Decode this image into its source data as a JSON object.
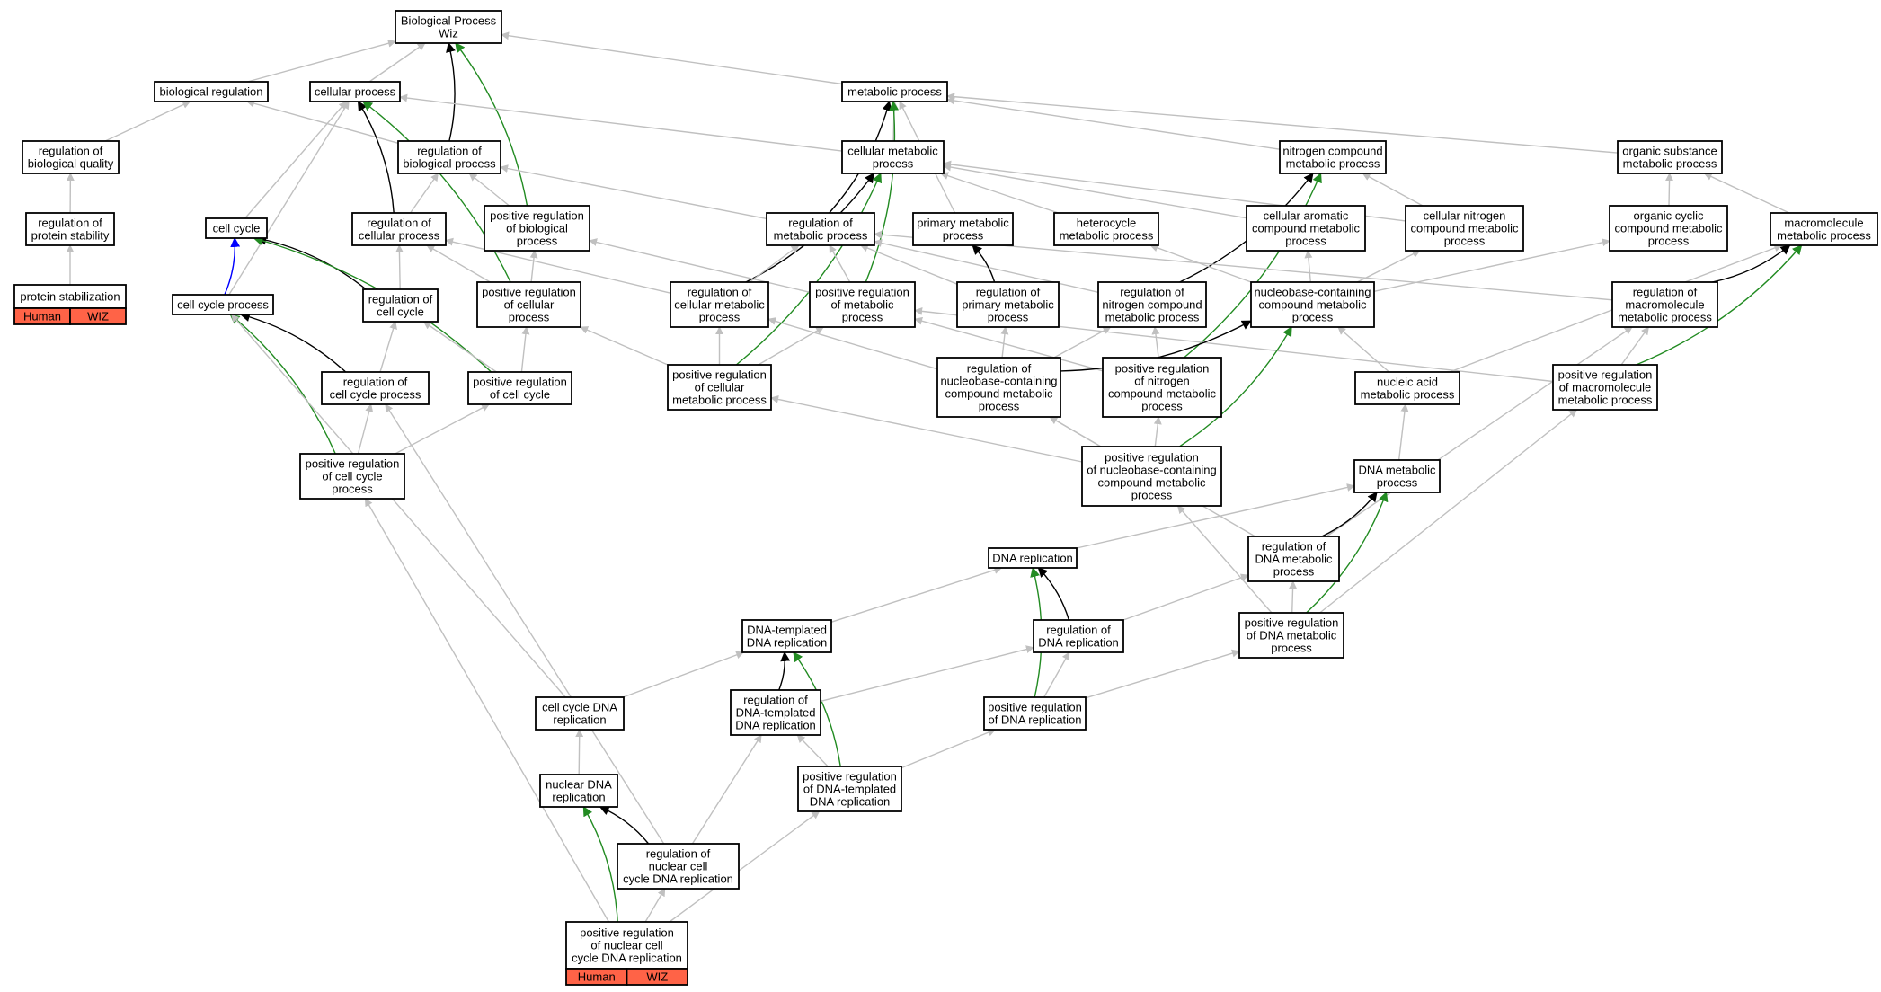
{
  "title": "Biological Process Wiz",
  "colors": {
    "gray_edge": "#c0c0c0",
    "black_edge": "#000000",
    "green_edge": "#228b22",
    "blue_edge": "#0000ff",
    "tag_fill": "#ff6347"
  },
  "nodes": [
    {
      "id": "bp_root",
      "lines": [
        "Biological Process",
        "Wiz"
      ]
    },
    {
      "id": "bio_reg",
      "lines": [
        "biological regulation"
      ]
    },
    {
      "id": "cell_proc",
      "lines": [
        "cellular process"
      ]
    },
    {
      "id": "metab",
      "lines": [
        "metabolic process"
      ]
    },
    {
      "id": "reg_bio_qual",
      "lines": [
        "regulation of",
        "biological quality"
      ]
    },
    {
      "id": "reg_bio_proc",
      "lines": [
        "regulation of",
        "biological process"
      ]
    },
    {
      "id": "cell_metab",
      "lines": [
        "cellular metabolic",
        "process"
      ]
    },
    {
      "id": "nitro_metab",
      "lines": [
        "nitrogen compound",
        "metabolic process"
      ]
    },
    {
      "id": "org_sub_metab",
      "lines": [
        "organic substance",
        "metabolic process"
      ]
    },
    {
      "id": "reg_prot_stab",
      "lines": [
        "regulation of",
        "protein stability"
      ]
    },
    {
      "id": "cell_cycle",
      "lines": [
        "cell cycle"
      ]
    },
    {
      "id": "reg_cell_proc",
      "lines": [
        "regulation of",
        "cellular process"
      ]
    },
    {
      "id": "pos_reg_bio_proc",
      "lines": [
        "positive regulation",
        "of biological",
        "process"
      ]
    },
    {
      "id": "reg_metab",
      "lines": [
        "regulation of",
        "metabolic process"
      ]
    },
    {
      "id": "prim_metab",
      "lines": [
        "primary metabolic",
        "process"
      ]
    },
    {
      "id": "hetero_metab",
      "lines": [
        "heterocycle",
        "metabolic process"
      ]
    },
    {
      "id": "cell_arom_metab",
      "lines": [
        "cellular aromatic",
        "compound metabolic",
        "process"
      ]
    },
    {
      "id": "cell_nitro_metab",
      "lines": [
        "cellular nitrogen",
        "compound metabolic",
        "process"
      ]
    },
    {
      "id": "org_cyc_metab",
      "lines": [
        "organic cyclic",
        "compound metabolic",
        "process"
      ]
    },
    {
      "id": "macro_metab",
      "lines": [
        "macromolecule",
        "metabolic process"
      ]
    },
    {
      "id": "prot_stab",
      "lines": [
        "protein stabilization"
      ],
      "tags": [
        "Human",
        "WIZ"
      ]
    },
    {
      "id": "cc_proc",
      "lines": [
        "cell cycle process"
      ]
    },
    {
      "id": "reg_cc",
      "lines": [
        "regulation of",
        "cell cycle"
      ]
    },
    {
      "id": "pos_reg_cell_proc",
      "lines": [
        "positive regulation",
        "of cellular",
        "process"
      ]
    },
    {
      "id": "reg_cell_metab",
      "lines": [
        "regulation of",
        "cellular metabolic",
        "process"
      ]
    },
    {
      "id": "pos_reg_metab",
      "lines": [
        "positive regulation",
        "of metabolic",
        "process"
      ]
    },
    {
      "id": "reg_prim_metab",
      "lines": [
        "regulation of",
        "primary metabolic",
        "process"
      ]
    },
    {
      "id": "reg_nitro_metab",
      "lines": [
        "regulation of",
        "nitrogen compound",
        "metabolic process"
      ]
    },
    {
      "id": "nucbase_metab",
      "lines": [
        "nucleobase-containing",
        "compound metabolic",
        "process"
      ]
    },
    {
      "id": "reg_macro_metab",
      "lines": [
        "regulation of",
        "macromolecule",
        "metabolic process"
      ]
    },
    {
      "id": "reg_cc_proc",
      "lines": [
        "regulation of",
        "cell cycle process"
      ]
    },
    {
      "id": "pos_reg_cc",
      "lines": [
        "positive regulation",
        "of cell cycle"
      ]
    },
    {
      "id": "pos_reg_cell_metab",
      "lines": [
        "positive regulation",
        "of cellular",
        "metabolic process"
      ]
    },
    {
      "id": "reg_nucbase_metab",
      "lines": [
        "regulation of",
        "nucleobase-containing",
        "compound metabolic",
        "process"
      ]
    },
    {
      "id": "pos_reg_nitro_metab",
      "lines": [
        "positive regulation",
        "of nitrogen",
        "compound metabolic",
        "process"
      ]
    },
    {
      "id": "nuc_acid_metab",
      "lines": [
        "nucleic acid",
        "metabolic process"
      ]
    },
    {
      "id": "pos_reg_macro_metab",
      "lines": [
        "positive regulation",
        "of macromolecule",
        "metabolic process"
      ]
    },
    {
      "id": "pos_reg_cc_proc",
      "lines": [
        "positive regulation",
        "of cell cycle",
        "process"
      ]
    },
    {
      "id": "pos_reg_nucbase_metab",
      "lines": [
        "positive regulation",
        "of nucleobase-containing",
        "compound metabolic",
        "process"
      ]
    },
    {
      "id": "dna_metab",
      "lines": [
        "DNA metabolic",
        "process"
      ]
    },
    {
      "id": "dna_repl",
      "lines": [
        "DNA replication"
      ]
    },
    {
      "id": "reg_dna_metab",
      "lines": [
        "regulation of",
        "DNA metabolic",
        "process"
      ]
    },
    {
      "id": "dna_templ_repl",
      "lines": [
        "DNA-templated",
        "DNA replication"
      ]
    },
    {
      "id": "reg_dna_repl",
      "lines": [
        "regulation of",
        "DNA replication"
      ]
    },
    {
      "id": "pos_reg_dna_metab",
      "lines": [
        "positive regulation",
        "of DNA metabolic",
        "process"
      ]
    },
    {
      "id": "cc_dna_repl",
      "lines": [
        "cell cycle DNA",
        "replication"
      ]
    },
    {
      "id": "reg_dna_templ_repl",
      "lines": [
        "regulation of",
        "DNA-templated",
        "DNA replication"
      ]
    },
    {
      "id": "pos_reg_dna_repl",
      "lines": [
        "positive regulation",
        "of DNA replication"
      ]
    },
    {
      "id": "pos_reg_dna_templ_repl",
      "lines": [
        "positive regulation",
        "of DNA-templated",
        "DNA replication"
      ]
    },
    {
      "id": "nuc_dna_repl",
      "lines": [
        "nuclear DNA",
        "replication"
      ]
    },
    {
      "id": "reg_nuc_cc_dna_repl",
      "lines": [
        "regulation of",
        "nuclear cell",
        "cycle DNA replication"
      ]
    },
    {
      "id": "pos_reg_nuc_cc_dna_repl",
      "lines": [
        "positive regulation",
        "of nuclear cell",
        "cycle DNA replication"
      ],
      "tags": [
        "Human",
        "WIZ"
      ]
    }
  ],
  "edges": [
    {
      "from": "bio_reg",
      "to": "bp_root",
      "kind": "gray"
    },
    {
      "from": "cell_proc",
      "to": "bp_root",
      "kind": "gray"
    },
    {
      "from": "metab",
      "to": "bp_root",
      "kind": "gray"
    },
    {
      "from": "reg_bio_proc",
      "to": "bp_root",
      "kind": "black"
    },
    {
      "from": "pos_reg_bio_proc",
      "to": "bp_root",
      "kind": "green"
    },
    {
      "from": "reg_bio_qual",
      "to": "bio_reg",
      "kind": "gray"
    },
    {
      "from": "reg_bio_proc",
      "to": "bio_reg",
      "kind": "gray"
    },
    {
      "from": "cell_metab",
      "to": "cell_proc",
      "kind": "gray"
    },
    {
      "from": "cell_cycle",
      "to": "cell_proc",
      "kind": "gray"
    },
    {
      "from": "cc_proc",
      "to": "cell_proc",
      "kind": "gray"
    },
    {
      "from": "reg_cell_proc",
      "to": "cell_proc",
      "kind": "black"
    },
    {
      "from": "pos_reg_cell_proc",
      "to": "cell_proc",
      "kind": "green"
    },
    {
      "from": "cell_metab",
      "to": "metab",
      "kind": "gray"
    },
    {
      "from": "prim_metab",
      "to": "metab",
      "kind": "gray"
    },
    {
      "from": "nitro_metab",
      "to": "metab",
      "kind": "gray"
    },
    {
      "from": "org_sub_metab",
      "to": "metab",
      "kind": "gray"
    },
    {
      "from": "reg_metab",
      "to": "metab",
      "kind": "black"
    },
    {
      "from": "pos_reg_metab",
      "to": "metab",
      "kind": "green"
    },
    {
      "from": "reg_prot_stab",
      "to": "reg_bio_qual",
      "kind": "gray"
    },
    {
      "from": "prot_stab",
      "to": "reg_prot_stab",
      "kind": "gray"
    },
    {
      "from": "reg_cell_proc",
      "to": "reg_bio_proc",
      "kind": "gray"
    },
    {
      "from": "pos_reg_bio_proc",
      "to": "reg_bio_proc",
      "kind": "gray"
    },
    {
      "from": "reg_metab",
      "to": "reg_bio_proc",
      "kind": "gray"
    },
    {
      "from": "hetero_metab",
      "to": "cell_metab",
      "kind": "gray"
    },
    {
      "from": "cell_arom_metab",
      "to": "cell_metab",
      "kind": "gray"
    },
    {
      "from": "cell_nitro_metab",
      "to": "cell_metab",
      "kind": "gray"
    },
    {
      "from": "reg_cell_metab",
      "to": "cell_metab",
      "kind": "black"
    },
    {
      "from": "pos_reg_cell_metab",
      "to": "cell_metab",
      "kind": "green"
    },
    {
      "from": "cell_nitro_metab",
      "to": "nitro_metab",
      "kind": "gray"
    },
    {
      "from": "reg_nitro_metab",
      "to": "nitro_metab",
      "kind": "black"
    },
    {
      "from": "pos_reg_nitro_metab",
      "to": "nitro_metab",
      "kind": "green"
    },
    {
      "from": "org_cyc_metab",
      "to": "org_sub_metab",
      "kind": "gray"
    },
    {
      "from": "macro_metab",
      "to": "org_sub_metab",
      "kind": "gray"
    },
    {
      "from": "cc_proc",
      "to": "cell_cycle",
      "kind": "blue"
    },
    {
      "from": "reg_cc",
      "to": "cell_cycle",
      "kind": "black"
    },
    {
      "from": "pos_reg_cc",
      "to": "cell_cycle",
      "kind": "green"
    },
    {
      "from": "reg_cc",
      "to": "reg_cell_proc",
      "kind": "gray"
    },
    {
      "from": "pos_reg_cell_proc",
      "to": "reg_cell_proc",
      "kind": "gray"
    },
    {
      "from": "reg_cell_metab",
      "to": "reg_cell_proc",
      "kind": "gray"
    },
    {
      "from": "pos_reg_cell_proc",
      "to": "pos_reg_bio_proc",
      "kind": "gray"
    },
    {
      "from": "pos_reg_metab",
      "to": "pos_reg_bio_proc",
      "kind": "gray"
    },
    {
      "from": "reg_cell_metab",
      "to": "reg_metab",
      "kind": "gray"
    },
    {
      "from": "pos_reg_metab",
      "to": "reg_metab",
      "kind": "gray"
    },
    {
      "from": "reg_prim_metab",
      "to": "reg_metab",
      "kind": "gray"
    },
    {
      "from": "reg_nitro_metab",
      "to": "reg_metab",
      "kind": "gray"
    },
    {
      "from": "reg_macro_metab",
      "to": "reg_metab",
      "kind": "gray"
    },
    {
      "from": "reg_prim_metab",
      "to": "prim_metab",
      "kind": "black"
    },
    {
      "from": "nucbase_metab",
      "to": "hetero_metab",
      "kind": "gray"
    },
    {
      "from": "nucbase_metab",
      "to": "cell_arom_metab",
      "kind": "gray"
    },
    {
      "from": "nucbase_metab",
      "to": "cell_nitro_metab",
      "kind": "gray"
    },
    {
      "from": "nucbase_metab",
      "to": "org_cyc_metab",
      "kind": "gray"
    },
    {
      "from": "reg_macro_metab",
      "to": "macro_metab",
      "kind": "black"
    },
    {
      "from": "pos_reg_macro_metab",
      "to": "macro_metab",
      "kind": "green"
    },
    {
      "from": "nuc_acid_metab",
      "to": "macro_metab",
      "kind": "gray"
    },
    {
      "from": "reg_cc_proc",
      "to": "cc_proc",
      "kind": "black"
    },
    {
      "from": "pos_reg_cc_proc",
      "to": "cc_proc",
      "kind": "green"
    },
    {
      "from": "cc_dna_repl",
      "to": "cc_proc",
      "kind": "gray"
    },
    {
      "from": "reg_cc_proc",
      "to": "reg_cc",
      "kind": "gray"
    },
    {
      "from": "pos_reg_cc",
      "to": "reg_cc",
      "kind": "gray"
    },
    {
      "from": "pos_reg_cc",
      "to": "pos_reg_cell_proc",
      "kind": "gray"
    },
    {
      "from": "pos_reg_cell_metab",
      "to": "pos_reg_cell_proc",
      "kind": "gray"
    },
    {
      "from": "pos_reg_cell_metab",
      "to": "reg_cell_metab",
      "kind": "gray"
    },
    {
      "from": "reg_nucbase_metab",
      "to": "reg_cell_metab",
      "kind": "gray"
    },
    {
      "from": "pos_reg_cell_metab",
      "to": "pos_reg_metab",
      "kind": "gray"
    },
    {
      "from": "pos_reg_nitro_metab",
      "to": "pos_reg_metab",
      "kind": "gray"
    },
    {
      "from": "pos_reg_macro_metab",
      "to": "pos_reg_metab",
      "kind": "gray"
    },
    {
      "from": "reg_nucbase_metab",
      "to": "reg_prim_metab",
      "kind": "gray"
    },
    {
      "from": "reg_nucbase_metab",
      "to": "reg_nitro_metab",
      "kind": "gray"
    },
    {
      "from": "pos_reg_nitro_metab",
      "to": "reg_nitro_metab",
      "kind": "gray"
    },
    {
      "from": "reg_nucbase_metab",
      "to": "nucbase_metab",
      "kind": "black"
    },
    {
      "from": "pos_reg_nucbase_metab",
      "to": "nucbase_metab",
      "kind": "green"
    },
    {
      "from": "nuc_acid_metab",
      "to": "nucbase_metab",
      "kind": "gray"
    },
    {
      "from": "reg_dna_metab",
      "to": "reg_macro_metab",
      "kind": "gray"
    },
    {
      "from": "pos_reg_macro_metab",
      "to": "reg_macro_metab",
      "kind": "gray"
    },
    {
      "from": "pos_reg_cc_proc",
      "to": "reg_cc_proc",
      "kind": "gray"
    },
    {
      "from": "reg_nuc_cc_dna_repl",
      "to": "reg_cc_proc",
      "kind": "gray"
    },
    {
      "from": "pos_reg_cc_proc",
      "to": "pos_reg_cc",
      "kind": "gray"
    },
    {
      "from": "pos_reg_nucbase_metab",
      "to": "pos_reg_cell_metab",
      "kind": "gray"
    },
    {
      "from": "pos_reg_nucbase_metab",
      "to": "reg_nucbase_metab",
      "kind": "gray"
    },
    {
      "from": "reg_dna_metab",
      "to": "reg_nucbase_metab",
      "kind": "gray"
    },
    {
      "from": "pos_reg_nucbase_metab",
      "to": "pos_reg_nitro_metab",
      "kind": "gray"
    },
    {
      "from": "dna_metab",
      "to": "nuc_acid_metab",
      "kind": "gray"
    },
    {
      "from": "pos_reg_dna_metab",
      "to": "pos_reg_macro_metab",
      "kind": "gray"
    },
    {
      "from": "pos_reg_nuc_cc_dna_repl",
      "to": "pos_reg_cc_proc",
      "kind": "gray"
    },
    {
      "from": "pos_reg_dna_metab",
      "to": "pos_reg_nucbase_metab",
      "kind": "gray"
    },
    {
      "from": "dna_repl",
      "to": "dna_metab",
      "kind": "gray"
    },
    {
      "from": "reg_dna_metab",
      "to": "dna_metab",
      "kind": "black"
    },
    {
      "from": "pos_reg_dna_metab",
      "to": "dna_metab",
      "kind": "green"
    },
    {
      "from": "dna_templ_repl",
      "to": "dna_repl",
      "kind": "gray"
    },
    {
      "from": "reg_dna_repl",
      "to": "dna_repl",
      "kind": "black"
    },
    {
      "from": "pos_reg_dna_repl",
      "to": "dna_repl",
      "kind": "green"
    },
    {
      "from": "reg_dna_repl",
      "to": "reg_dna_metab",
      "kind": "gray"
    },
    {
      "from": "pos_reg_dna_metab",
      "to": "reg_dna_metab",
      "kind": "gray"
    },
    {
      "from": "cc_dna_repl",
      "to": "dna_templ_repl",
      "kind": "gray"
    },
    {
      "from": "reg_dna_templ_repl",
      "to": "dna_templ_repl",
      "kind": "black"
    },
    {
      "from": "pos_reg_dna_templ_repl",
      "to": "dna_templ_repl",
      "kind": "green"
    },
    {
      "from": "reg_dna_templ_repl",
      "to": "reg_dna_repl",
      "kind": "gray"
    },
    {
      "from": "pos_reg_dna_repl",
      "to": "reg_dna_repl",
      "kind": "gray"
    },
    {
      "from": "pos_reg_dna_repl",
      "to": "pos_reg_dna_metab",
      "kind": "gray"
    },
    {
      "from": "nuc_dna_repl",
      "to": "cc_dna_repl",
      "kind": "gray"
    },
    {
      "from": "pos_reg_dna_templ_repl",
      "to": "reg_dna_templ_repl",
      "kind": "gray"
    },
    {
      "from": "reg_nuc_cc_dna_repl",
      "to": "reg_dna_templ_repl",
      "kind": "gray"
    },
    {
      "from": "pos_reg_dna_templ_repl",
      "to": "pos_reg_dna_repl",
      "kind": "gray"
    },
    {
      "from": "pos_reg_nuc_cc_dna_repl",
      "to": "pos_reg_dna_templ_repl",
      "kind": "gray"
    },
    {
      "from": "reg_nuc_cc_dna_repl",
      "to": "nuc_dna_repl",
      "kind": "black"
    },
    {
      "from": "pos_reg_nuc_cc_dna_repl",
      "to": "nuc_dna_repl",
      "kind": "green"
    },
    {
      "from": "pos_reg_nuc_cc_dna_repl",
      "to": "reg_nuc_cc_dna_repl",
      "kind": "gray"
    }
  ]
}
